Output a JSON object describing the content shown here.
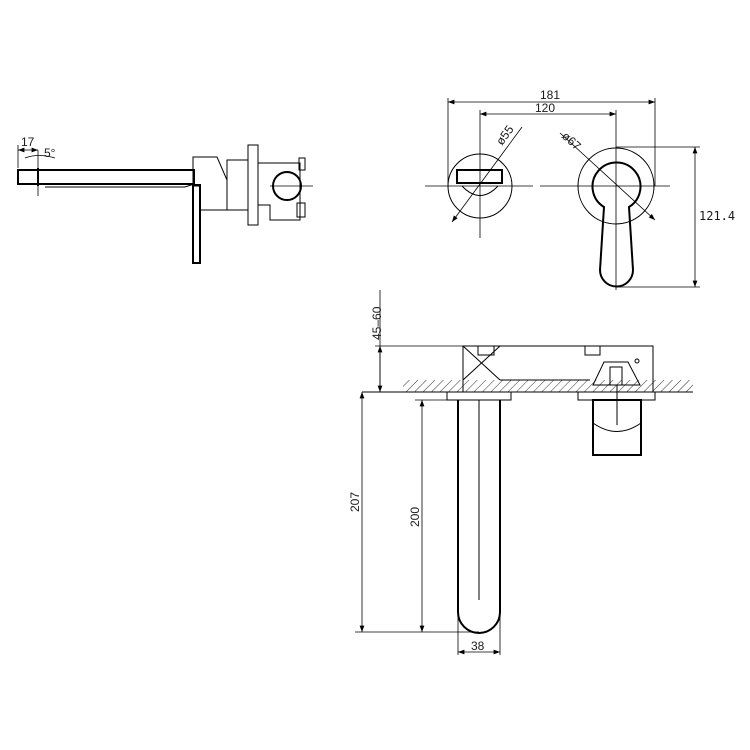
{
  "side_view": {
    "spout_width": "17",
    "spout_angle": "5°"
  },
  "top_view": {
    "overall_width": "181",
    "center_distance": "120",
    "spout_rosette_diameter": "ø55",
    "mixer_rosette_diameter": "ø67",
    "mixer_height": "121.4"
  },
  "front_view": {
    "wall_depth": "45–60",
    "total_projection": "207",
    "spout_projection": "200",
    "spout_width": "38"
  },
  "colors": {
    "line": "#000000",
    "text": "#1a1a1a"
  }
}
